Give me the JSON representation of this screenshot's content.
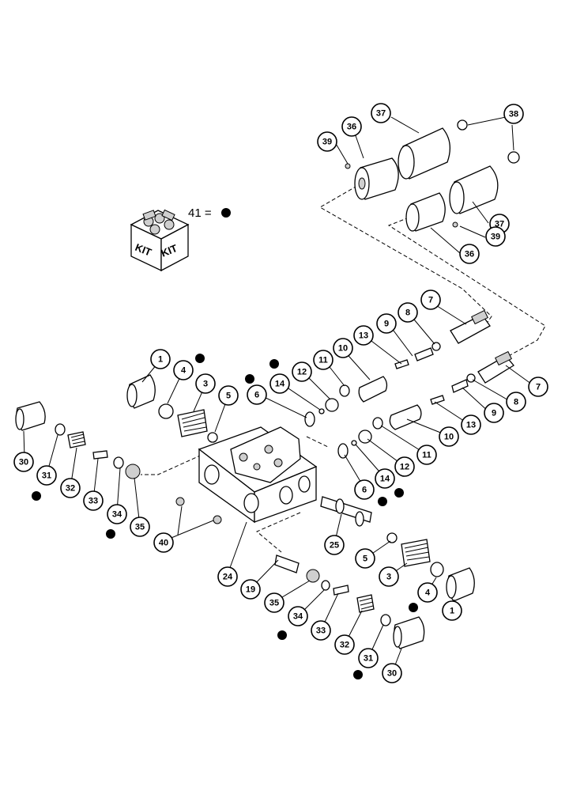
{
  "kit": {
    "label_left": "KIT",
    "label_right": "KIT",
    "legend_text": "41 ="
  },
  "callouts": [
    {
      "id": "c39a",
      "text": "39"
    },
    {
      "id": "c36a",
      "text": "36"
    },
    {
      "id": "c37a",
      "text": "37"
    },
    {
      "id": "c38",
      "text": "38"
    },
    {
      "id": "c37b",
      "text": "37"
    },
    {
      "id": "c39b",
      "text": "39"
    },
    {
      "id": "c36b",
      "text": "36"
    },
    {
      "id": "c7a",
      "text": "7"
    },
    {
      "id": "c8a",
      "text": "8"
    },
    {
      "id": "c9a",
      "text": "9"
    },
    {
      "id": "c13a",
      "text": "13"
    },
    {
      "id": "c10a",
      "text": "10"
    },
    {
      "id": "c11a",
      "text": "11"
    },
    {
      "id": "c12a",
      "text": "12"
    },
    {
      "id": "c14a",
      "text": "14"
    },
    {
      "id": "c6a",
      "text": "6"
    },
    {
      "id": "c1a",
      "text": "1"
    },
    {
      "id": "c4a",
      "text": "4"
    },
    {
      "id": "c3a",
      "text": "3"
    },
    {
      "id": "c5a",
      "text": "5"
    },
    {
      "id": "c7b",
      "text": "7"
    },
    {
      "id": "c8b",
      "text": "8"
    },
    {
      "id": "c9b",
      "text": "9"
    },
    {
      "id": "c13b",
      "text": "13"
    },
    {
      "id": "c10b",
      "text": "10"
    },
    {
      "id": "c11b",
      "text": "11"
    },
    {
      "id": "c12b",
      "text": "12"
    },
    {
      "id": "c14b",
      "text": "14"
    },
    {
      "id": "c6b",
      "text": "6"
    },
    {
      "id": "c30a",
      "text": "30"
    },
    {
      "id": "c31a",
      "text": "31"
    },
    {
      "id": "c32a",
      "text": "32"
    },
    {
      "id": "c33a",
      "text": "33"
    },
    {
      "id": "c34a",
      "text": "34"
    },
    {
      "id": "c35a",
      "text": "35"
    },
    {
      "id": "c40",
      "text": "40"
    },
    {
      "id": "c24",
      "text": "24"
    },
    {
      "id": "c25",
      "text": "25"
    },
    {
      "id": "c5b",
      "text": "5"
    },
    {
      "id": "c3b",
      "text": "3"
    },
    {
      "id": "c4b",
      "text": "4"
    },
    {
      "id": "c1b",
      "text": "1"
    },
    {
      "id": "c19",
      "text": "19"
    },
    {
      "id": "c35b",
      "text": "35"
    },
    {
      "id": "c34b",
      "text": "34"
    },
    {
      "id": "c33b",
      "text": "33"
    },
    {
      "id": "c32b",
      "text": "32"
    },
    {
      "id": "c31b",
      "text": "31"
    },
    {
      "id": "c30b",
      "text": "30"
    }
  ]
}
